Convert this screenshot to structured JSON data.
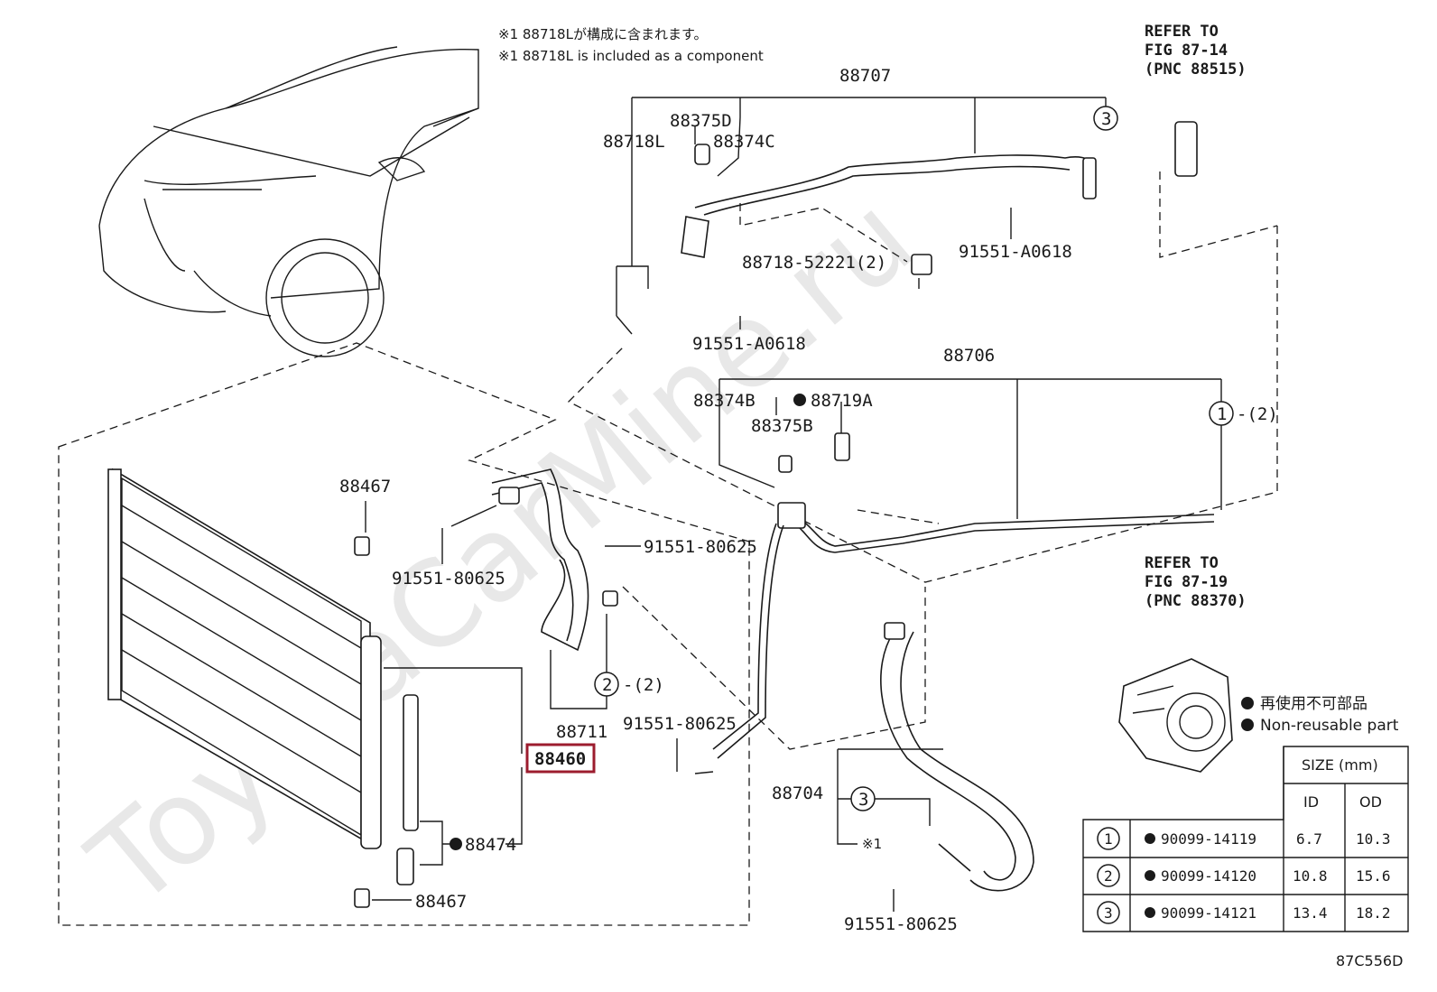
{
  "notes": {
    "jp": "※1 88718Lが構成に含まれます。",
    "en": "※1 88718L is included as a component"
  },
  "refs": [
    {
      "l1": "REFER TO",
      "l2": "FIG 87-14",
      "l3": "(PNC 88515)"
    },
    {
      "l1": "REFER TO",
      "l2": "FIG 87-19",
      "l3": "(PNC 88370)"
    }
  ],
  "labels": {
    "p88707": "88707",
    "p88375D": "88375D",
    "p88718L": "88718L",
    "p88374C": "88374C",
    "p88718_52221": "88718-52221(2)",
    "p91551_A0618_r": "91551-A0618",
    "p91551_A0618_b": "91551-A0618",
    "p88706": "88706",
    "p88374B": "88374B",
    "p88719A": "88719A",
    "p88375B": "88375B",
    "c1_qty": "-(2)",
    "p88467_t": "88467",
    "p91551_80625_a": "91551-80625",
    "p91551_80625_b": "91551-80625",
    "c2_qty": "-(2)",
    "p88711": "88711",
    "p91551_80625_c": "91551-80625",
    "p88460": "88460",
    "p88474": "88474",
    "p88467_b": "88467",
    "p88704": "88704",
    "mark1": "※1",
    "p91551_80625_d": "91551-80625"
  },
  "circles": {
    "c1": "1",
    "c2": "2",
    "c3a": "3",
    "c3b": "3"
  },
  "legend": {
    "jp": "再使用不可部品",
    "en": "Non-reusable part"
  },
  "size_table": {
    "title": "SIZE (mm)",
    "col_id": "ID",
    "col_od": "OD",
    "rows": [
      {
        "n": "1",
        "part": "90099-14119",
        "id": "6.7",
        "od": "10.3"
      },
      {
        "n": "2",
        "part": "90099-14120",
        "id": "10.8",
        "od": "15.6"
      },
      {
        "n": "3",
        "part": "90099-14121",
        "id": "13.4",
        "od": "18.2"
      }
    ]
  },
  "figure_code": "87C556D",
  "watermark": "ToyotaCarMine.ru",
  "colors": {
    "line": "#1a1a1a",
    "highlight": "#9c1c2e",
    "watermark": "#e8e8e8"
  }
}
